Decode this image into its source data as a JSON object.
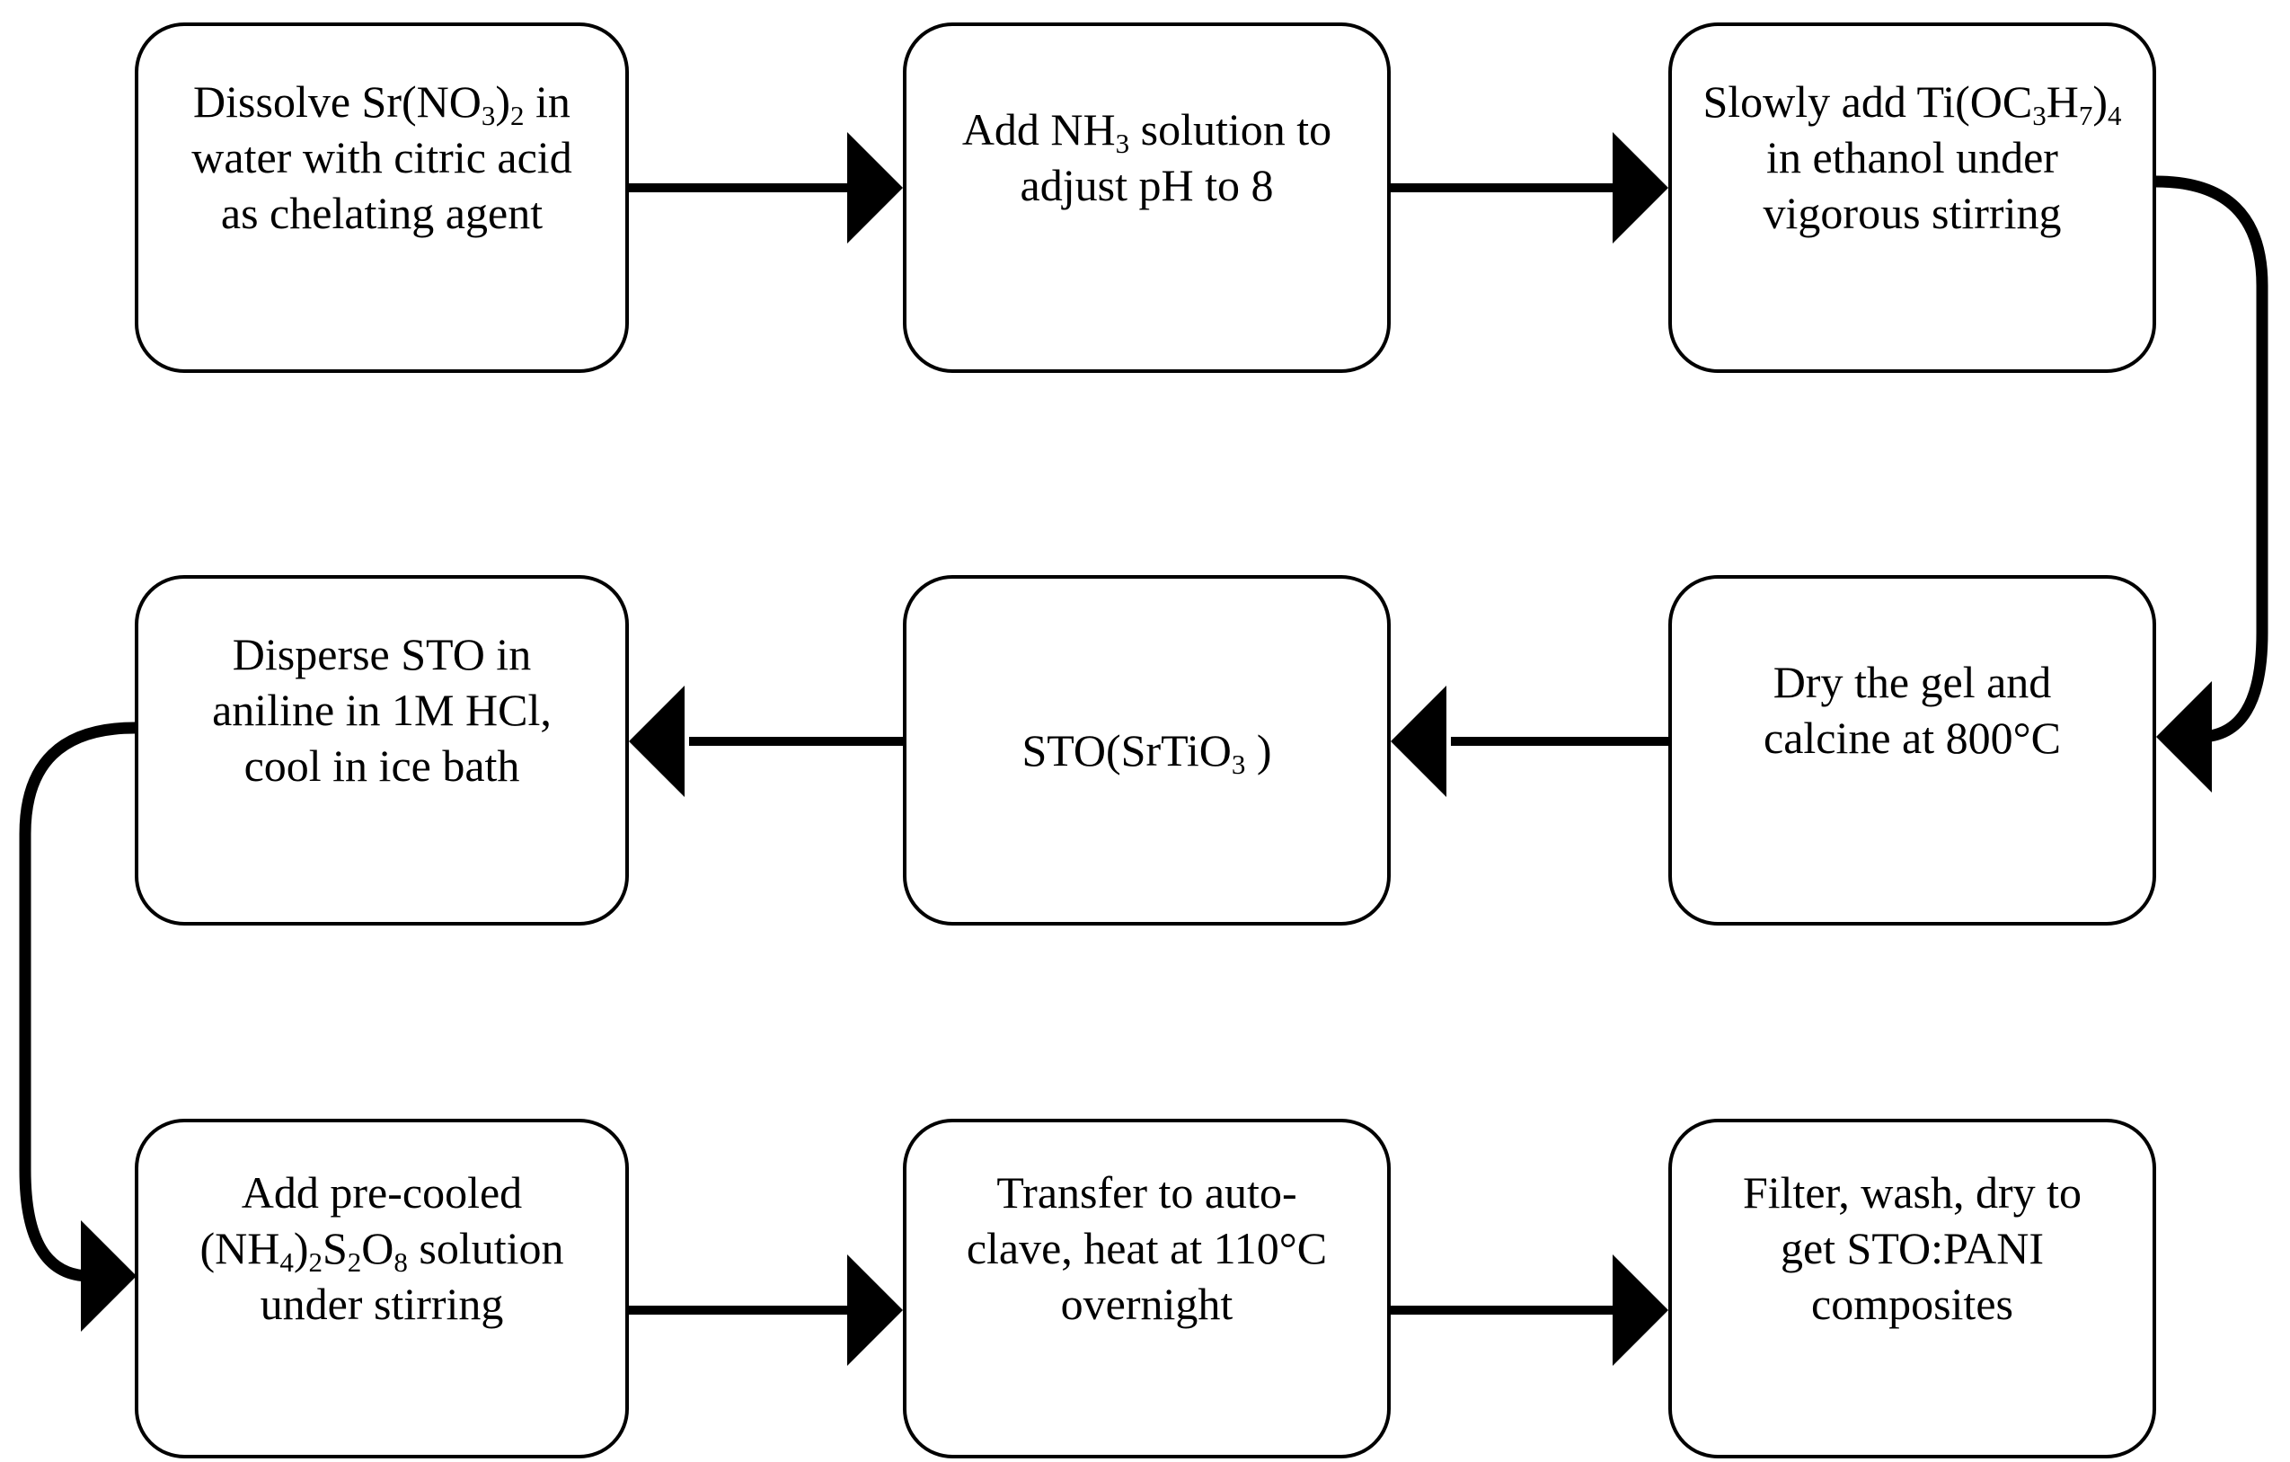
{
  "diagram": {
    "type": "flowchart",
    "background_color": "#ffffff",
    "node_fill_color": "#ffffff",
    "node_border_color": "#000000",
    "arrow_color": "#000000",
    "steps": [
      {
        "id": "step-1",
        "lines": [
          [
            {
              "t": "Dissolve Sr(NO"
            },
            {
              "t": "3",
              "sub": true
            },
            {
              "t": ")"
            },
            {
              "t": "2",
              "sub": true
            },
            {
              "t": " in"
            }
          ],
          [
            {
              "t": "water with citric acid"
            }
          ],
          [
            {
              "t": "as chelating agent"
            }
          ]
        ]
      },
      {
        "id": "step-2",
        "lines": [
          [
            {
              "t": "Add NH"
            },
            {
              "t": "3",
              "sub": true
            },
            {
              "t": " solution to"
            }
          ],
          [
            {
              "t": "adjust pH to 8"
            }
          ]
        ]
      },
      {
        "id": "step-3",
        "lines": [
          [
            {
              "t": "Slowly add Ti(OC"
            },
            {
              "t": "3",
              "sub": true
            },
            {
              "t": "H"
            },
            {
              "t": "7",
              "sub": true
            },
            {
              "t": ")"
            },
            {
              "t": "4",
              "sub": true
            }
          ],
          [
            {
              "t": "in ethanol under"
            }
          ],
          [
            {
              "t": "vigorous stirring"
            }
          ]
        ]
      },
      {
        "id": "step-4",
        "lines": [
          [
            {
              "t": "Dry the gel and"
            }
          ],
          [
            {
              "t": "calcine at 800°C"
            }
          ]
        ]
      },
      {
        "id": "step-5",
        "lines": [
          [
            {
              "t": "STO(SrTiO"
            },
            {
              "t": "3",
              "sub": true
            },
            {
              "t": " )"
            }
          ]
        ]
      },
      {
        "id": "step-6",
        "lines": [
          [
            {
              "t": "Disperse STO in"
            }
          ],
          [
            {
              "t": "aniline in 1M HCl,"
            }
          ],
          [
            {
              "t": "cool in ice bath"
            }
          ]
        ]
      },
      {
        "id": "step-7",
        "lines": [
          [
            {
              "t": "Add pre-cooled"
            }
          ],
          [
            {
              "t": "(NH"
            },
            {
              "t": "4",
              "sub": true
            },
            {
              "t": ")"
            },
            {
              "t": "2",
              "sub": true
            },
            {
              "t": "S"
            },
            {
              "t": "2",
              "sub": true
            },
            {
              "t": "O"
            },
            {
              "t": "8",
              "sub": true
            },
            {
              "t": " solution"
            }
          ],
          [
            {
              "t": "under stirring"
            }
          ]
        ]
      },
      {
        "id": "step-8",
        "lines": [
          [
            {
              "t": "Transfer to auto-"
            }
          ],
          [
            {
              "t": "clave, heat at 110°C"
            }
          ],
          [
            {
              "t": "overnight"
            }
          ]
        ]
      },
      {
        "id": "step-9",
        "lines": [
          [
            {
              "t": "Filter, wash, dry to"
            }
          ],
          [
            {
              "t": "get STO:PANI"
            }
          ],
          [
            {
              "t": "composites"
            }
          ]
        ]
      }
    ],
    "connections": [
      {
        "from": "step-1",
        "to": "step-2",
        "style": "straight-right"
      },
      {
        "from": "step-2",
        "to": "step-3",
        "style": "straight-right"
      },
      {
        "from": "step-3",
        "to": "step-4",
        "style": "curved-right-side-down"
      },
      {
        "from": "step-4",
        "to": "step-5",
        "style": "straight-left"
      },
      {
        "from": "step-5",
        "to": "step-6",
        "style": "straight-left"
      },
      {
        "from": "step-6",
        "to": "step-7",
        "style": "curved-left-side-down"
      },
      {
        "from": "step-7",
        "to": "step-8",
        "style": "straight-right"
      },
      {
        "from": "step-8",
        "to": "step-9",
        "style": "straight-right"
      }
    ]
  }
}
